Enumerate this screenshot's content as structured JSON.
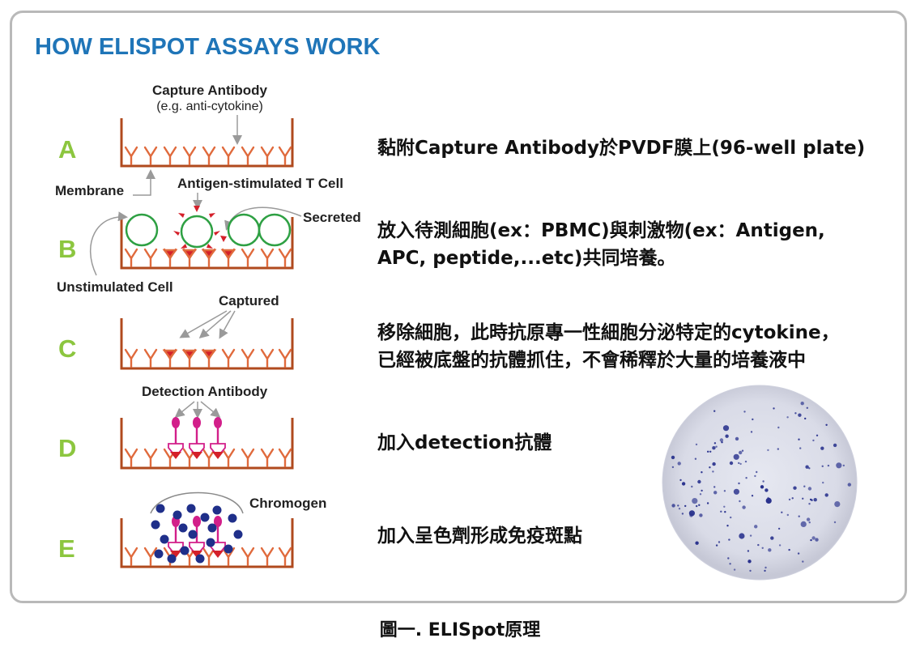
{
  "header": {
    "title": "HOW ELISPOT ASSAYS WORK"
  },
  "colors": {
    "title_blue": "#1f75b8",
    "step_letter_green": "#8cc63f",
    "well_brown": "#b04a1e",
    "antibody_orange": "#e06a3c",
    "cytokine_red": "#d4202a",
    "cell_green": "#2ea043",
    "detection_magenta": "#d21f8a",
    "chromogen_navy": "#1f2f8a"
  },
  "diagram": {
    "steps": [
      {
        "letter": "A",
        "description": "黏附Capture Antibody於PVDF膜上(96-well plate)"
      },
      {
        "letter": "B",
        "description": "放入待測細胞(ex：PBMC)與刺激物(ex：Antigen,\nAPC, peptide,...etc)共同培養。"
      },
      {
        "letter": "C",
        "description": "移除細胞，此時抗原專一性細胞分泌特定的cytokine，\n已經被底盤的抗體抓住，不會稀釋於大量的培養液中"
      },
      {
        "letter": "D",
        "description": "加入detection抗體"
      },
      {
        "letter": "E",
        "description": "加入呈色劑形成免疫斑點"
      }
    ],
    "labels": {
      "capture_antibody": "Capture Antibody",
      "capture_example": "(e.g. anti-cytokine)",
      "membrane": "Membrane",
      "antigen_stimulated": "Antigen-stimulated T Cell",
      "secreted": "Secreted",
      "unstimulated": "Unstimulated Cell",
      "captured": "Captured",
      "detection_antibody": "Detection Antibody",
      "chromogen": "Chromogen"
    }
  },
  "photo": {
    "icon": "elispot-well-photo",
    "colors": [
      "#dfe1ec",
      "#27308c"
    ]
  },
  "caption": "圖一. ELISpot原理"
}
